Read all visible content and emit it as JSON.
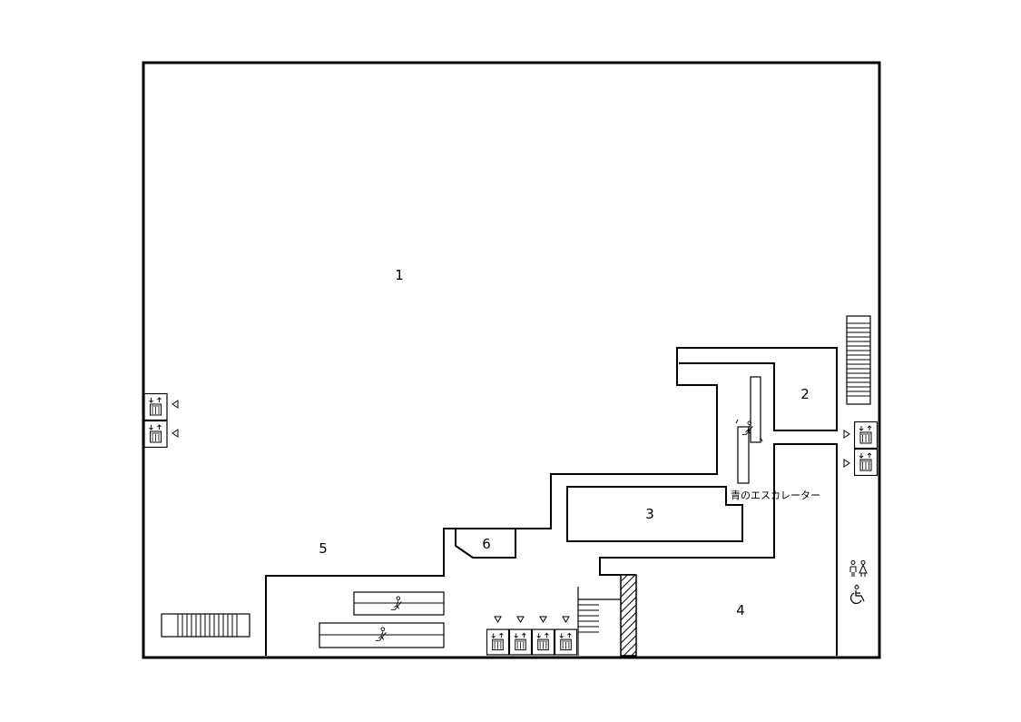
{
  "floor_map": {
    "rooms": [
      {
        "id": "1",
        "label": "1"
      },
      {
        "id": "2",
        "label": "2"
      },
      {
        "id": "3",
        "label": "3"
      },
      {
        "id": "4",
        "label": "4"
      },
      {
        "id": "5",
        "label": "5"
      },
      {
        "id": "6",
        "label": "6"
      }
    ],
    "escalator_label": "青のエスカレーター",
    "icons": {
      "elevator": "elevator-icon",
      "escalator": "escalator-icon",
      "stairs": "stairs-icon",
      "restroom": "restroom-icon",
      "accessible": "wheelchair-icon",
      "entrance": "entrance-arrow-icon"
    },
    "colors": {
      "line": "#000000",
      "background": "#ffffff"
    }
  }
}
